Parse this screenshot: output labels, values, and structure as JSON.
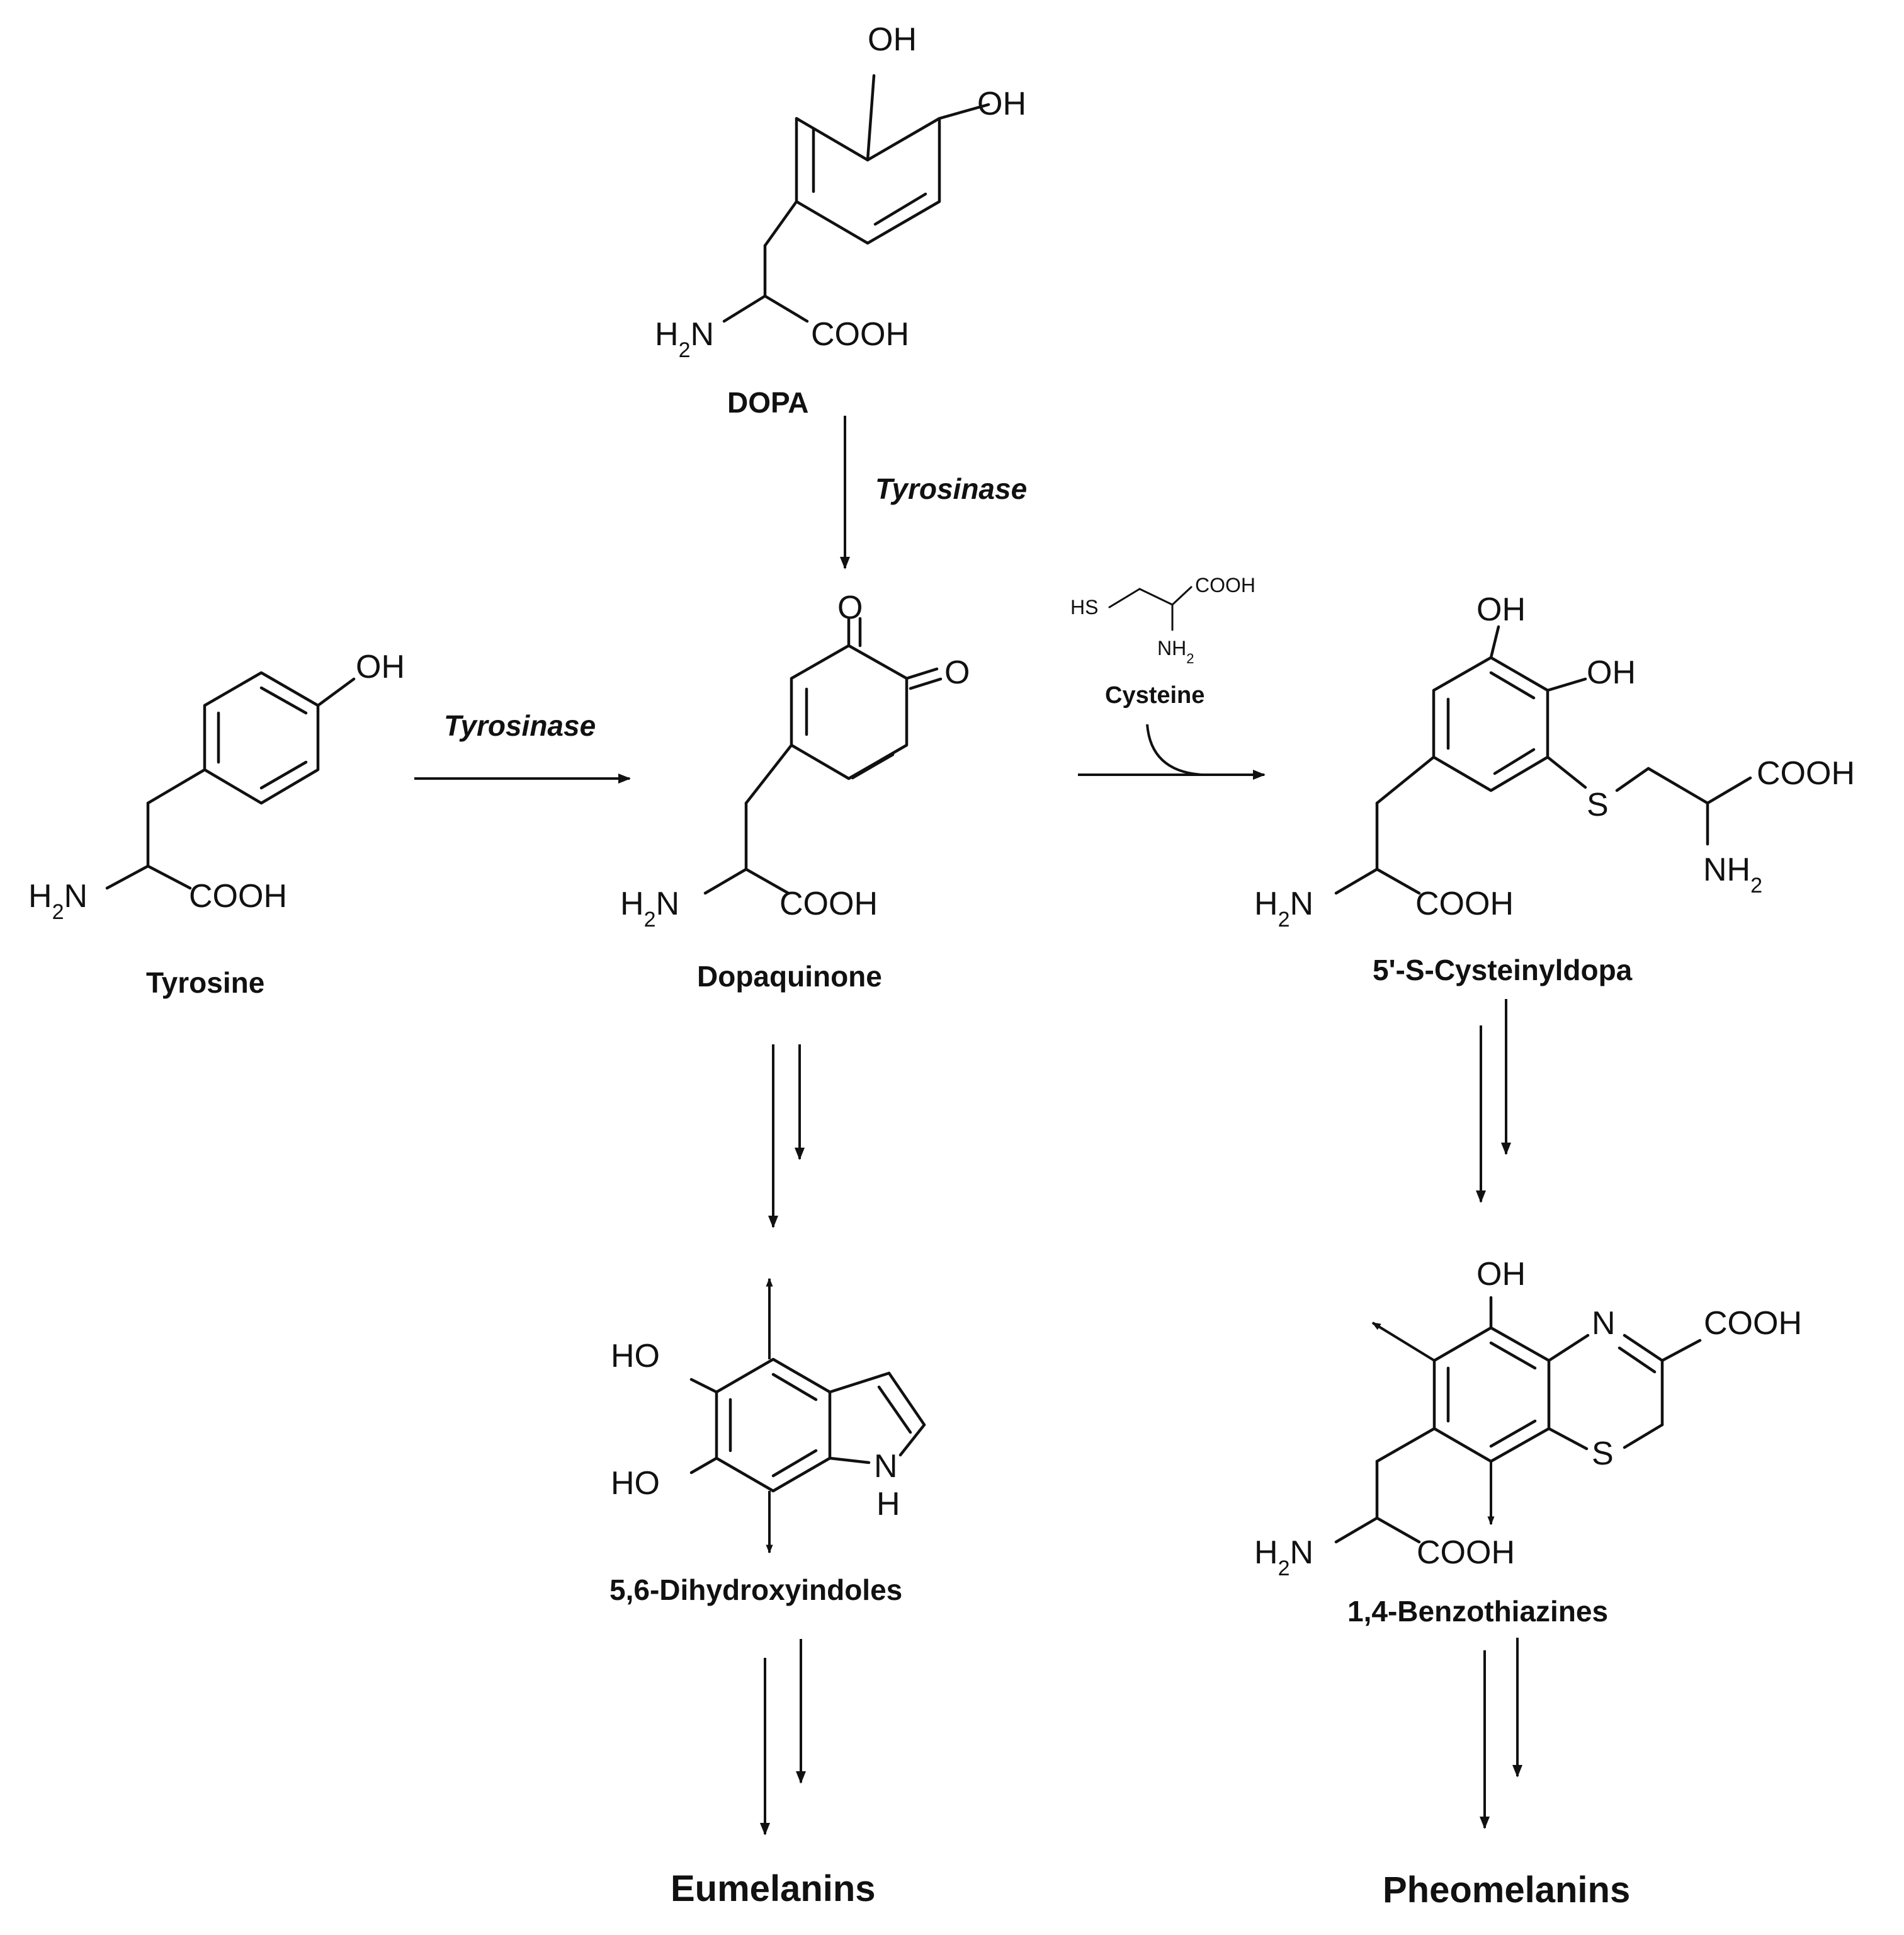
{
  "compounds": {
    "dopa": {
      "name": "DOPA",
      "oh1": "OH",
      "oh2": "OH",
      "amine": "H2N",
      "acid": "COOH"
    },
    "tyrosine": {
      "name": "Tyrosine",
      "oh": "OH",
      "amine": "H2N",
      "acid": "COOH"
    },
    "dopaquinone": {
      "name": "Dopaquinone",
      "o1": "O",
      "o2": "O",
      "amine": "H2N",
      "acid": "COOH"
    },
    "cysteine": {
      "name": "Cysteine",
      "thiol": "HS",
      "acid": "COOH",
      "amine": "NH2"
    },
    "cysteinyldopa": {
      "name": "5'-S-Cysteinyldopa",
      "oh1": "OH",
      "oh2": "OH",
      "sulfur": "S",
      "acid1": "COOH",
      "amine1": "NH2",
      "amine2": "H2N",
      "acid2": "COOH"
    },
    "dihydroxyindoles": {
      "name": "5,6-Dihydroxyindoles",
      "ho1": "HO",
      "ho2": "HO",
      "nh_n": "N",
      "nh_h": "H"
    },
    "benzothiazines": {
      "name": "1,4-Benzothiazines",
      "oh": "OH",
      "nitrogen": "N",
      "acid1": "COOH",
      "sulfur": "S",
      "amine": "H2N",
      "acid2": "COOH"
    }
  },
  "enzymes": {
    "dopa_to_dopaquinone": "Tyrosinase",
    "tyrosine_to_dopaquinone": "Tyrosinase"
  },
  "products": {
    "eumelanins": "Eumelanins",
    "pheomelanins": "Pheomelanins"
  }
}
